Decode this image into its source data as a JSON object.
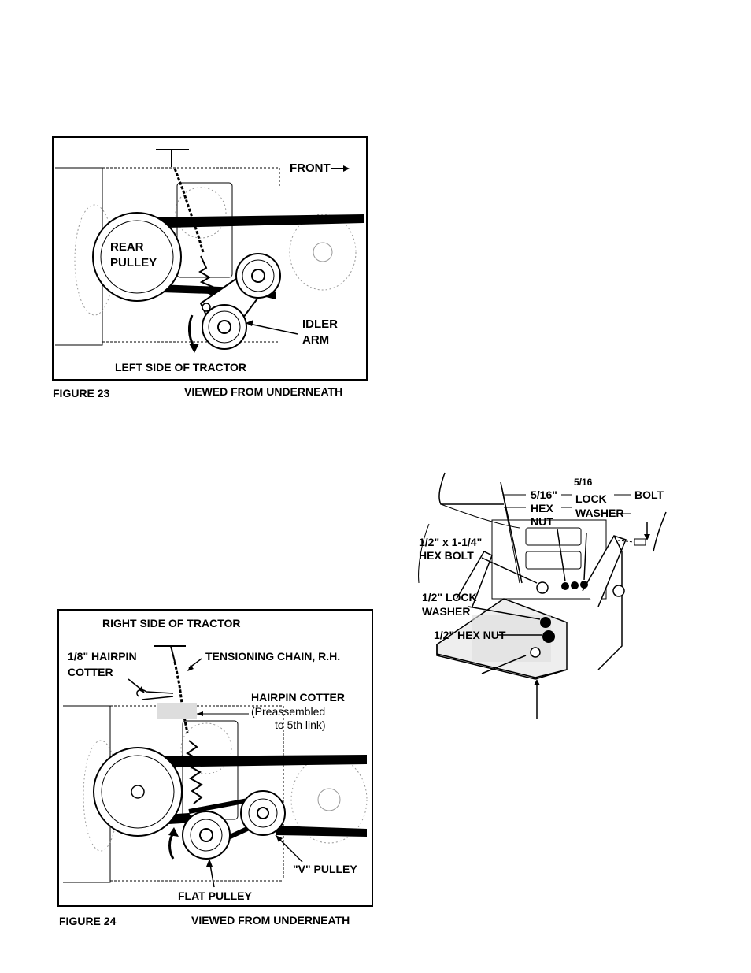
{
  "figure23": {
    "front": "FRONT",
    "rear_pulley_1": "REAR",
    "rear_pulley_2": "PULLEY",
    "idler_1": "IDLER",
    "idler_2": "ARM",
    "side": "LEFT SIDE OF TRACTOR",
    "caption_num": "FIGURE 23",
    "caption_view": "VIEWED FROM UNDERNEATH"
  },
  "figure24": {
    "side": "RIGHT SIDE OF TRACTOR",
    "hairpin_1": "1/8\" HAIRPIN",
    "hairpin_2": "COTTER",
    "chain": "TENSIONING CHAIN, R.H.",
    "cotter": "HAIRPIN COTTER",
    "pre_1": "(Preassembled",
    "pre_2": "to 5th link)",
    "v_pulley": "\"V\" PULLEY",
    "flat_pulley": "FLAT PULLEY",
    "caption_num": "FIGURE 24",
    "caption_view": "VIEWED FROM UNDERNEATH"
  },
  "bracket": {
    "bolt_516": "5/16\"",
    "hex": "HEX",
    "nut": "NUT",
    "lock": "LOCK",
    "washer": "WASHER",
    "bolt": "BOLT",
    "frac_top": "5/16",
    "hexbolt_1": "1/2\" x 1-1/4\"",
    "hexbolt_2": "HEX BOLT",
    "lockw_1": "1/2\" LOCK",
    "lockw_2": "WASHER",
    "hexnut": "1/2\" HEX NUT"
  }
}
